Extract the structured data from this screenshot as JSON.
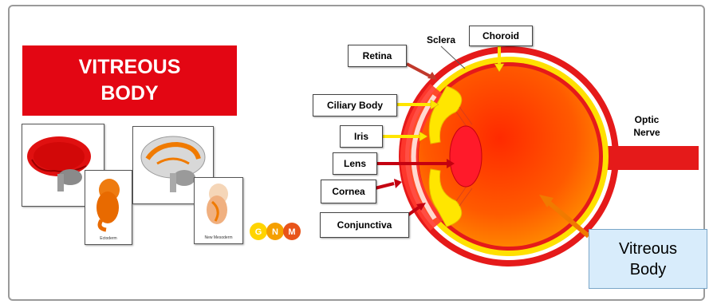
{
  "title": {
    "line1": "VITREOUS",
    "line2": "BODY"
  },
  "cards": [
    {
      "caption": ""
    },
    {
      "caption": "Ectoderm"
    },
    {
      "caption": ""
    },
    {
      "caption": "New Mesoderm"
    }
  ],
  "logo": {
    "letters": [
      "G",
      "N",
      "M"
    ]
  },
  "eye_labels": {
    "retina": "Retina",
    "sclera": "Sclera",
    "choroid": "Choroid",
    "ciliary_body": "Ciliary Body",
    "iris": "Iris",
    "lens": "Lens",
    "cornea": "Cornea",
    "conjunctiva": "Conjunctiva",
    "optic_nerve_line1": "Optic",
    "optic_nerve_line2": "Nerve",
    "vitreous_line1": "Vitreous",
    "vitreous_line2": "Body"
  },
  "colors": {
    "brand_red": "#e30613",
    "eye_orange": "#ff7a00",
    "sclera_yellow": "#ffe600",
    "highlight_blue": "#d8ecfb"
  }
}
